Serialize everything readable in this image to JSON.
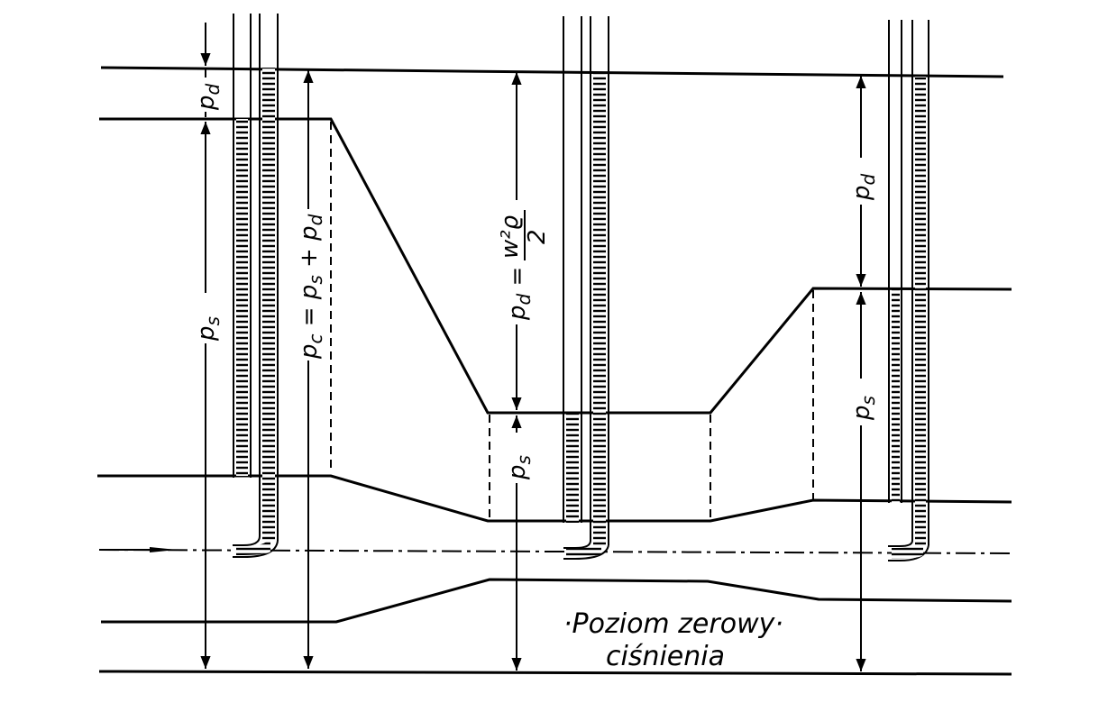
{
  "labels": {
    "pd": "p",
    "pd_sub": "d",
    "ps": "p",
    "ps_sub": "s",
    "pc_formula": "p",
    "pc_sub": "c",
    "pc_eq": " = p",
    "pc_eq_sub": "s",
    "pc_plus": " + p",
    "pc_plus_sub": "d",
    "pd_formula_eq": " = ",
    "pd_formula_num": "w²ϱ",
    "pd_formula_den": "2"
  },
  "caption": {
    "line1": "·Poziom zerowy·",
    "line2": "ciśnienia"
  },
  "colors": {
    "ink": "#000000",
    "paper": "#ffffff"
  }
}
